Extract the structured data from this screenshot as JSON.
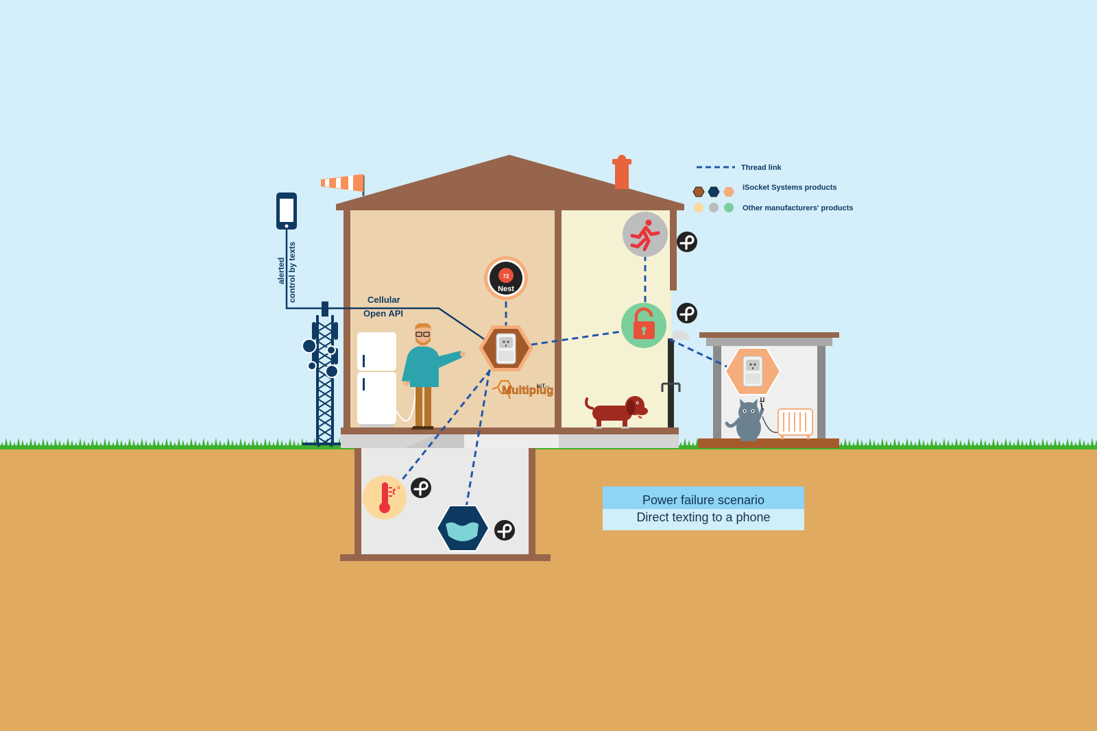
{
  "legend": {
    "thread_link": "Thread link",
    "isocket_products": "iSocket Systems products",
    "other_products": "Other manufacturers' products"
  },
  "labels": {
    "cellular": "Cellular",
    "open_api": "Open API",
    "alerted": "alerted",
    "control_by_texts": "control by texts",
    "nest_temp": "72",
    "nest_brand": "Nest",
    "multiplug_brand": "Multiplug",
    "multiplug_iot": "IoT",
    "multiplug_tm": "TM"
  },
  "caption": {
    "line1": "Power failure scenario",
    "line2": "Direct texting to a phone"
  },
  "colors": {
    "sky": "#d4eefa",
    "ground": "#e0aa60",
    "grass": "#3db02c",
    "house_frame": "#96654c",
    "living_room": "#ecd3ad",
    "hall": "#f5f2d4",
    "thread_link": "#2255aa",
    "isocket_brown": "#a35a2a",
    "isocket_navy": "#0d3a60",
    "isocket_peach": "#f6ad7c",
    "other_yellow": "#fcd89b",
    "other_gray": "#bdbdbd",
    "other_green": "#7ccf9d",
    "caption_top": "#8dd4f5",
    "caption_bottom": "#d1eefb"
  },
  "icons": [
    "phone-icon",
    "cell-tower-icon",
    "windsock-icon",
    "chimney-icon",
    "refrigerator-icon",
    "man-icon",
    "nest-thermostat-icon",
    "multiplug-hub-icon",
    "smoke-exit-icon",
    "door-lock-icon",
    "thread-logo-icon",
    "dog-icon",
    "cat-icon",
    "radiator-icon",
    "temperature-sensor-icon",
    "water-sensor-icon"
  ]
}
